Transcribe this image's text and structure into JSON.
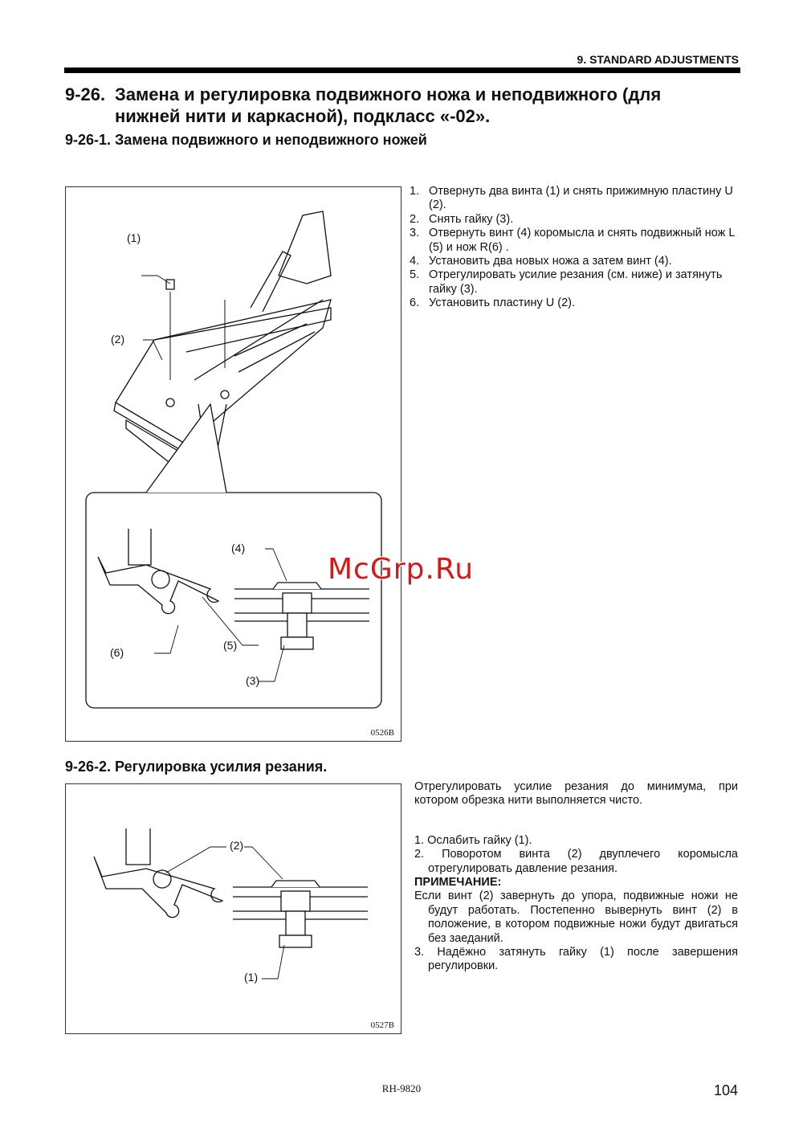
{
  "header": {
    "section": "9. STANDARD ADJUSTMENTS"
  },
  "title": {
    "number": "9-26.",
    "line1": "Замена и регулировка подвижного ножа и неподвижного (для",
    "line2": "нижней нити и каркасной), подкласс «-02»."
  },
  "section1": {
    "heading": "9-26-1. Замена подвижного и неподвижного ножей",
    "figure": {
      "code": "0526B",
      "labels": [
        "(1)",
        "(2)",
        "(3)",
        "(4)",
        "(5)",
        "(6)"
      ]
    },
    "steps": [
      {
        "n": "1.",
        "text": "Отвернуть два винта (1) и снять прижимную пластину U (2)."
      },
      {
        "n": "2.",
        "text": "Снять гайку (3)."
      },
      {
        "n": "3.",
        "text": "Отвернуть винт (4) коромысла и снять подвижный нож L (5) и нож R(6) ."
      },
      {
        "n": "4.",
        "text": "Установить два новых ножа а затем винт (4)."
      },
      {
        "n": "5.",
        "text": "Отрегулировать усилие резания (см. ниже) и затянуть гайку (3)."
      },
      {
        "n": "6.",
        "text": "Установить пластину U (2)."
      }
    ]
  },
  "section2": {
    "heading": "9-26-2. Регулировка усилия резания.",
    "figure": {
      "code": "0527B",
      "labels": [
        "(1)",
        "(2)"
      ]
    },
    "intro": "Отрегулировать усилие резания до минимума, при котором обрезка нити выполняется чисто.",
    "step1": "1. Ослабить гайку (1).",
    "step2": "2. Поворотом винта (2) двуплечего коромысла отрегулировать давление резания.",
    "note_label": "ПРИМЕЧАНИЕ:",
    "note": "Если винт (2) завернуть до упора, подвижные ножи не будут работать. Постепенно вывернуть винт (2) в положение, в котором подвижные ножи будут двигаться без заеданий.",
    "step3": "3. Надёжно затянуть гайку (1) после завершения регулировки."
  },
  "watermark": "McGrp.Ru",
  "footer": {
    "model": "RH-9820",
    "page": "104"
  }
}
